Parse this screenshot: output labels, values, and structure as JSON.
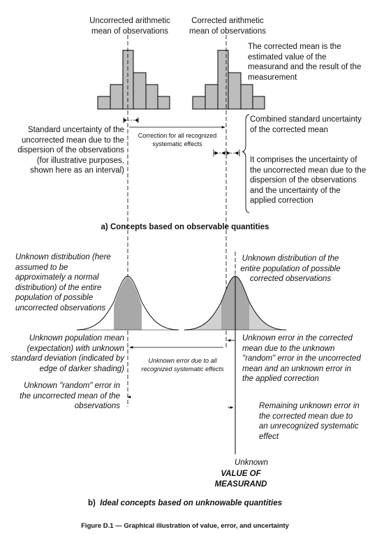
{
  "top": {
    "uncorrected_label": "Uncorrected arithmetic mean of observations",
    "corrected_label": "Corrected arithmetic mean of observations",
    "corrected_note": "The corrected mean is the estimated value of the measurand and the result of the measurement",
    "std_uncertainty_note": "Standard uncertainty of the uncorrected mean due to the dispersion of the observations (for illustrative purposes, shown here as an interval)",
    "correction_note": "Correction for all recognized systematic effects",
    "combined_note": "Combined standard uncertainty of the corrected mean",
    "comprises_note": "It comprises the uncertainty of the uncorrected mean due to the dispersion of the observations and the uncertainty of the applied correction",
    "caption": "a)  Concepts based on observable quantities"
  },
  "bottom": {
    "unknown_dist_left": "Unknown distribution (here assumed to be approximately a normal distribution) of the entire population of possible uncorrected observations",
    "unknown_dist_right": "Unknown distribution of the entire population of possible corrected observations",
    "pop_mean_note": "Unknown population mean (expectation) with unknown standard deviation (indicated by edge of darker shading)",
    "unknown_error_systematic": "Unknown error due to all recognized systematic effects",
    "error_corrected_mean": "Unknown error in the corrected mean due to the unknown \"random\" error in the uncorrected mean and an unknown error in the applied correction",
    "random_error_note": "Unknown \"random\" error in the uncorrected mean of the observations",
    "remaining_error_note": "Remaining unknown error in the corrected mean due to an unrecognized systematic effect",
    "unknown_word": "Unknown",
    "value_of_measurand": "VALUE OF MEASURAND",
    "caption_prefix": "b)",
    "caption": "Ideal concepts based on unknowable quantities"
  },
  "figure_caption": "Figure D.1 — Graphical illustration of value, error, and uncertainty",
  "colors": {
    "bar_fill": "#bdbdbd",
    "bell_light": "#d2d2d2",
    "bell_dark": "#a8a8a8",
    "line": "#000000"
  }
}
